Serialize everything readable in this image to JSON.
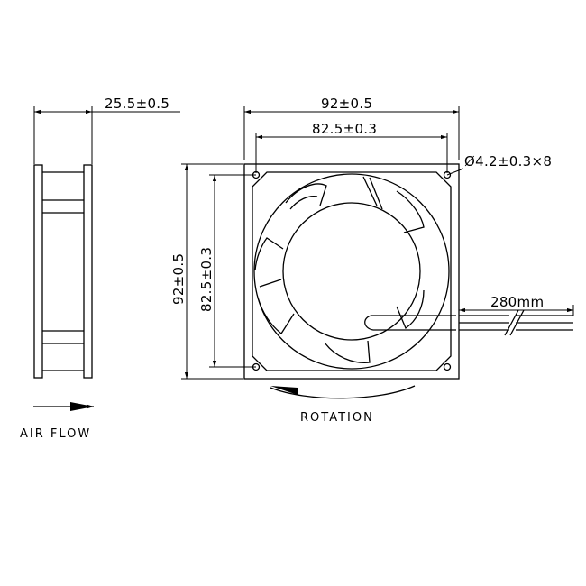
{
  "dimensions": {
    "depth": "25.5±0.5",
    "overall_width": "92±0.5",
    "hole_spacing_width": "82.5±0.3",
    "overall_height": "92±0.5",
    "hole_spacing_height": "82.5±0.3",
    "mounting_holes": "Ø4.2±0.3×8",
    "lead_length": "280mm"
  },
  "labels": {
    "air_flow": "AIR FLOW",
    "rotation": "ROTATION"
  },
  "colors": {
    "line": "#000000",
    "background": "#ffffff"
  }
}
